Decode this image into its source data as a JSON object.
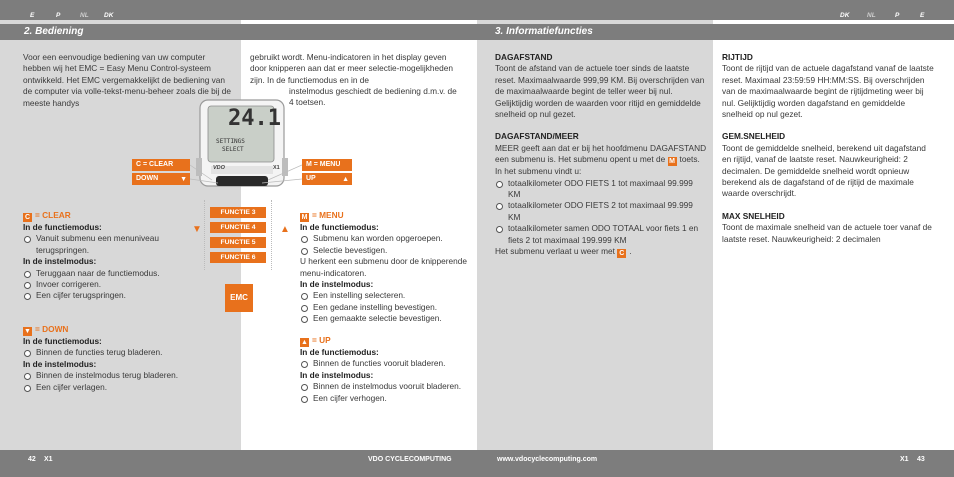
{
  "left": {
    "langs": [
      "E",
      "P",
      "NL",
      "DK"
    ],
    "section_title": "2. Bediening",
    "intro": "Voor een eenvoudige bediening van uw computer hebben wij het EMC = Easy Menu Control-systeem ontwikkeld. Het EMC vergemakkelijkt de bediening van de computer via volle-tekst-menu-beheer zoals die bij de meeste handys",
    "intro_cont1": "gebruikt wordt. Menu-indicatoren in het display geven door knipperen aan dat er meer selectie-mogelijkheden zijn. In de functiemodus en in de",
    "intro_cont2": "instelmodus geschiedt de bediening d.m.v. de 4 toetsen.",
    "device": {
      "speed": "24.1",
      "menu_line1": "SETTINGS",
      "menu_line2": "SELECT",
      "brand": "VDO",
      "model": "X1"
    },
    "tags": {
      "c_clear": "C = CLEAR",
      "down": "DOWN",
      "m_menu": "M = MENU",
      "up": "UP"
    },
    "functions": [
      "FUNCTIE 3",
      "FUNCTIE 4",
      "FUNCTIE 5",
      "FUNCTIE 6"
    ],
    "emc_label": "EMC",
    "clear": {
      "icon": "C",
      "title": "= CLEAR",
      "func_heading": "In de functiemodus:",
      "func_items": [
        "Vanuit submenu een menuniveau terugspringen."
      ],
      "inst_heading": "In de instelmodus:",
      "inst_items": [
        "Teruggaan naar de functiemodus.",
        "Invoer corrigeren.",
        "Een cijfer terugspringen."
      ]
    },
    "down_sec": {
      "icon": "▼",
      "title": "= DOWN",
      "func_heading": "In de functiemodus:",
      "func_items": [
        "Binnen de functies terug bladeren."
      ],
      "inst_heading": "In de instelmodus:",
      "inst_items": [
        "Binnen de instelmodus terug bladeren.",
        "Een cijfer verlagen."
      ]
    },
    "menu_sec": {
      "icon": "M",
      "title": "= MENU",
      "func_heading": "In de functiemodus:",
      "func_items": [
        "Submenu kan worden opgeroepen.",
        "Selectie bevestigen."
      ],
      "note": "U herkent een submenu door de knipperende menu-indicatoren.",
      "inst_heading": "In de instelmodus:",
      "inst_items": [
        "Een instelling selecteren.",
        "Een gedane instelling bevestigen.",
        "Een gemaakte selectie bevestigen."
      ]
    },
    "up_sec": {
      "icon": "▲",
      "title": "= UP",
      "func_heading": "In de functiemodus:",
      "func_items": [
        "Binnen de functies vooruit bladeren."
      ],
      "inst_heading": "In de instelmodus:",
      "inst_items": [
        "Binnen de instelmodus vooruit bladeren.",
        "Een cijfer verhogen."
      ]
    },
    "footer": {
      "page": "42",
      "model": "X1",
      "brand": "VDO CYCLECOMPUTING"
    }
  },
  "right": {
    "langs": [
      "DK",
      "NL",
      "P",
      "E"
    ],
    "section_title": "3. Informatiefuncties",
    "dagafstand": {
      "title": "DAGAFSTAND",
      "text": "Toont de afstand van de actuele toer sinds de laatste reset. Maximaalwaarde 999,99 KM. Bij overschrijden van de maximaalwaarde begint de teller weer bij nul. Gelijktijdig worden de waarden voor ritijd en gemiddelde snelheid op nul gezet."
    },
    "dagafstand_meer": {
      "title": "DAGAFSTAND/MEER",
      "text1": "MEER geeft aan dat er bij het hoofdmenu DAGAFSTAND een submenu is. Het submenu opent u met de",
      "text1b": "toets. In het submenu vindt u:",
      "items": [
        "totaalkilometer ODO FIETS 1 tot maximaal 99.999 KM",
        "totaalkilometer ODO FIETS 2 tot maximaal 99.999 KM",
        "totaalkilometer samen ODO TOTAAL voor fiets 1 en fiets 2 tot maximaal 199.999 KM"
      ],
      "text2": "Het submenu verlaat u weer met",
      "text2_end": "."
    },
    "rijtijd": {
      "title": "RIJTIJD",
      "text": "Toont de rijtijd van de actuele dagafstand vanaf de laatste reset. Maximaal 23:59:59 HH:MM:SS. Bij overschrijden van de maximaalwaarde begint de rijtijdmeting weer bij nul. Gelijktijdig worden dagafstand en gemiddelde snelheid op nul gezet."
    },
    "gem_snelheid": {
      "title": "GEM.SNELHEID",
      "text": "Toont de gemiddelde snelheid, berekend uit dagafstand en rijtijd, vanaf de laatste reset. Nauwkeurigheid: 2 decimalen. De gemiddelde snelheid wordt opnieuw berekend als de dagafstand of de rijtijd de maximale waarde overschrijdt."
    },
    "max_snelheid": {
      "title": "MAX SNELHEID",
      "text": "Toont de maximale snelheid van de actuele toer vanaf de laatste reset. Nauwkeurigheid: 2 decimalen"
    },
    "icons": {
      "m": "M",
      "c": "C"
    },
    "footer": {
      "url": "www.vdocyclecomputing.com",
      "model": "X1",
      "page": "43"
    }
  },
  "colors": {
    "accent": "#e8711c",
    "header_gray": "#7d7d7d",
    "panel_gray": "#d8d8d8"
  }
}
